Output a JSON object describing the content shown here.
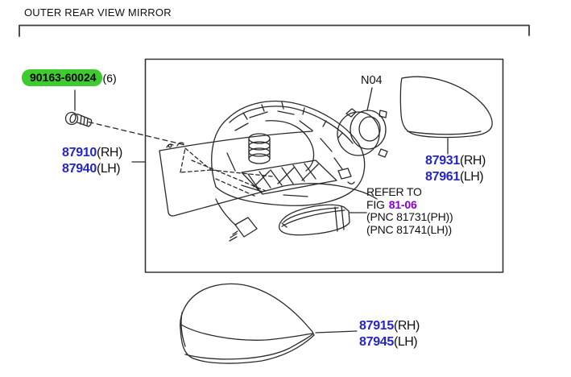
{
  "title": "OUTER REAR VIEW MIRROR",
  "highlight": {
    "part_number": "90163-60024",
    "quantity": "(6)"
  },
  "labels": {
    "mirror_assembly": {
      "rh_number": "87910",
      "rh_side": "(RH)",
      "lh_number": "87940",
      "lh_side": "(LH)"
    },
    "speaker": {
      "code": "N04"
    },
    "mirror_glass": {
      "rh_number": "87931",
      "rh_side": "(RH)",
      "lh_number": "87961",
      "lh_side": "(LH)"
    },
    "signal_lamp_note": {
      "refer": "REFER TO",
      "fig_prefix": "FIG",
      "fig_number": "81-06",
      "pnc_rh": "(PNC 81731(PH))",
      "pnc_lh": "(PNC 81741(LH))"
    },
    "mirror_cover": {
      "rh_number": "87915",
      "rh_side": "(RH)",
      "lh_number": "87945",
      "lh_side": "(LH)"
    }
  },
  "colors": {
    "part_link_blue": "#2424c8",
    "fig_link_purple": "#8800d8",
    "highlight_green": "#3ecb2f",
    "line_art": "#2a2a2a"
  }
}
